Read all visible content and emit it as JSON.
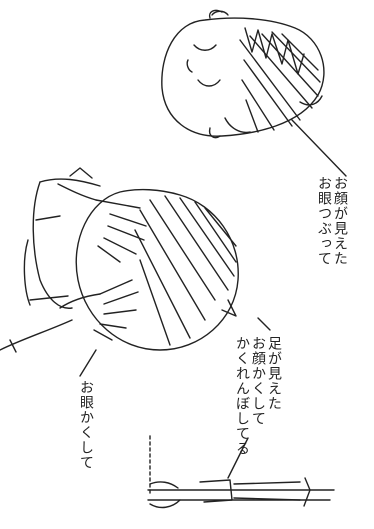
{
  "labels": {
    "top_right": [
      "お顔が見えた",
      "お眼つぶって"
    ],
    "middle_right": [
      "足が見えた",
      "お顔かくして",
      "かくれんぼしてる"
    ],
    "middle_left": [
      "お眼かくして"
    ]
  },
  "colors": {
    "ink": "#222222",
    "paper": "#ffffff"
  }
}
